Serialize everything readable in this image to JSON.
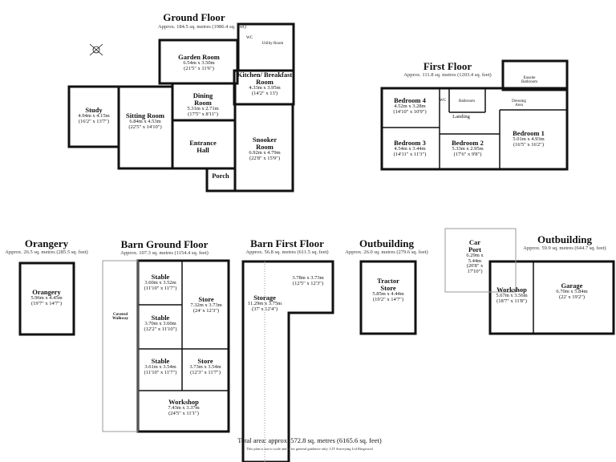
{
  "ground_floor": {
    "title": "Ground Floor",
    "area": "Approx. 184.5 sq. metres (1986.4 sq. feet)",
    "rooms": [
      {
        "name": "Garden Room",
        "size": "6.54m x 3.50m",
        "imperial": "(21'5\" x 11'6\")"
      },
      {
        "name": "WC"
      },
      {
        "name": "Utility Room"
      },
      {
        "name": "Kitchen/ Breakfast Room",
        "size": "4.33m x 3.95m",
        "imperial": "(14'2\" x 13')"
      },
      {
        "name": "Study",
        "size": "4.94m x 4.15m",
        "imperial": "(16'2\" x 13'7\")"
      },
      {
        "name": "Sitting Room",
        "size": "6.84m x 4.53m",
        "imperial": "(22'5\" x 14'10\")"
      },
      {
        "name": "Dining Room",
        "size": "5.31m x 2.71m",
        "imperial": "(17'5\" x 8'11\")"
      },
      {
        "name": "Entrance Hall"
      },
      {
        "name": "Snooker Room",
        "size": "6.92m x 4.79m",
        "imperial": "(22'8\" x 15'9\")"
      },
      {
        "name": "Porch"
      }
    ]
  },
  "first_floor": {
    "title": "First Floor",
    "area": "Approx. 111.8 sq. metres (1203.4 sq. feet)",
    "rooms": [
      {
        "name": "Bedroom 4",
        "size": "4.52m x 3.28m",
        "imperial": "(14'10\" x 10'9\")"
      },
      {
        "name": "Bedroom 3",
        "size": "4.54m x 3.44m",
        "imperial": "(14'11\" x 11'3\")"
      },
      {
        "name": "Bedroom 2",
        "size": "5.33m x 2.95m",
        "imperial": "(17'6\" x 9'8\")"
      },
      {
        "name": "Bedroom 1",
        "size": "5.01m x 4.93m",
        "imperial": "(16'5\" x 16'2\")"
      },
      {
        "name": "Landing"
      },
      {
        "name": "Bathroom"
      },
      {
        "name": "WC"
      },
      {
        "name": "Ensuite Bathroom"
      },
      {
        "name": "Dressing Area"
      }
    ]
  },
  "orangery": {
    "title": "Orangery",
    "area": "Approx. 26.5 sq. metres (285.5 sq. feet)",
    "rooms": [
      {
        "name": "Orangery",
        "size": "5.96m x 4.45m",
        "imperial": "(19'7\" x 14'7\")"
      }
    ]
  },
  "barn_ground": {
    "title": "Barn Ground Floor",
    "area": "Approx. 107.3 sq. metres (1154.4 sq. feet)",
    "rooms": [
      {
        "name": "Stable",
        "size": "3.60m x 3.52m",
        "imperial": "(11'10\" x 11'7\")"
      },
      {
        "name": "Stable",
        "size": "3.70m x 3.60m",
        "imperial": "(12'2\" x 11'10\")"
      },
      {
        "name": "Stable",
        "size": "3.61m x 3.54m",
        "imperial": "(11'10\" x 11'7\")"
      },
      {
        "name": "Store",
        "size": "7.32m x 3.73m",
        "imperial": "(24' x 12'3\")"
      },
      {
        "name": "Store",
        "size": "3.73m x 3.54m",
        "imperial": "(12'3\" x 11'7\")"
      },
      {
        "name": "Workshop",
        "size": "7.43m x 3.37m",
        "imperial": "(24'5\" x 11'1\")"
      },
      {
        "name": "Covered Walkway"
      }
    ]
  },
  "barn_first": {
    "title": "Barn First Floor",
    "area": "Approx. 56.8 sq. metres (611.5 sq. feet)",
    "rooms": [
      {
        "name": "Storage",
        "size": "11.29m x 3.75m",
        "imperial": "(37' x 12'4\")"
      },
      {
        "name": "",
        "size": "3.78m x 3.73m",
        "imperial": "(12'5\" x 12'3\")"
      }
    ]
  },
  "outbuilding1": {
    "title": "Outbuilding",
    "area": "Approx. 26.0 sq. metres (279.6 sq. feet)",
    "rooms": [
      {
        "name": "Tractor Store",
        "size": "5.85m x 4.44m",
        "imperial": "(19'2\" x 14'7\")"
      }
    ]
  },
  "outbuilding2": {
    "title": "Outbuilding",
    "area": "Approx. 59.9 sq. metres (644.7 sq. feet)",
    "rooms": [
      {
        "name": "Car Port",
        "size": "6.29m x 5.44m",
        "imperial": "(20'8\" x 17'10\")"
      },
      {
        "name": "Workshop",
        "size": "5.67m x 3.56m",
        "imperial": "(18'7\" x 11'8\")"
      },
      {
        "name": "Garage",
        "size": "6.70m x 5.84m",
        "imperial": "(22' x 19'2\")"
      }
    ]
  },
  "footer": {
    "total": "Total area: approx. 572.8 sq. metres (6165.6 sq. feet)",
    "disclaimer": "This plan is not to scale and is for general guidance only. LJT Surveying Ltd Ringwood"
  },
  "colors": {
    "wall": "#111111",
    "window": "#bbbbbb",
    "outline": "#999999"
  }
}
